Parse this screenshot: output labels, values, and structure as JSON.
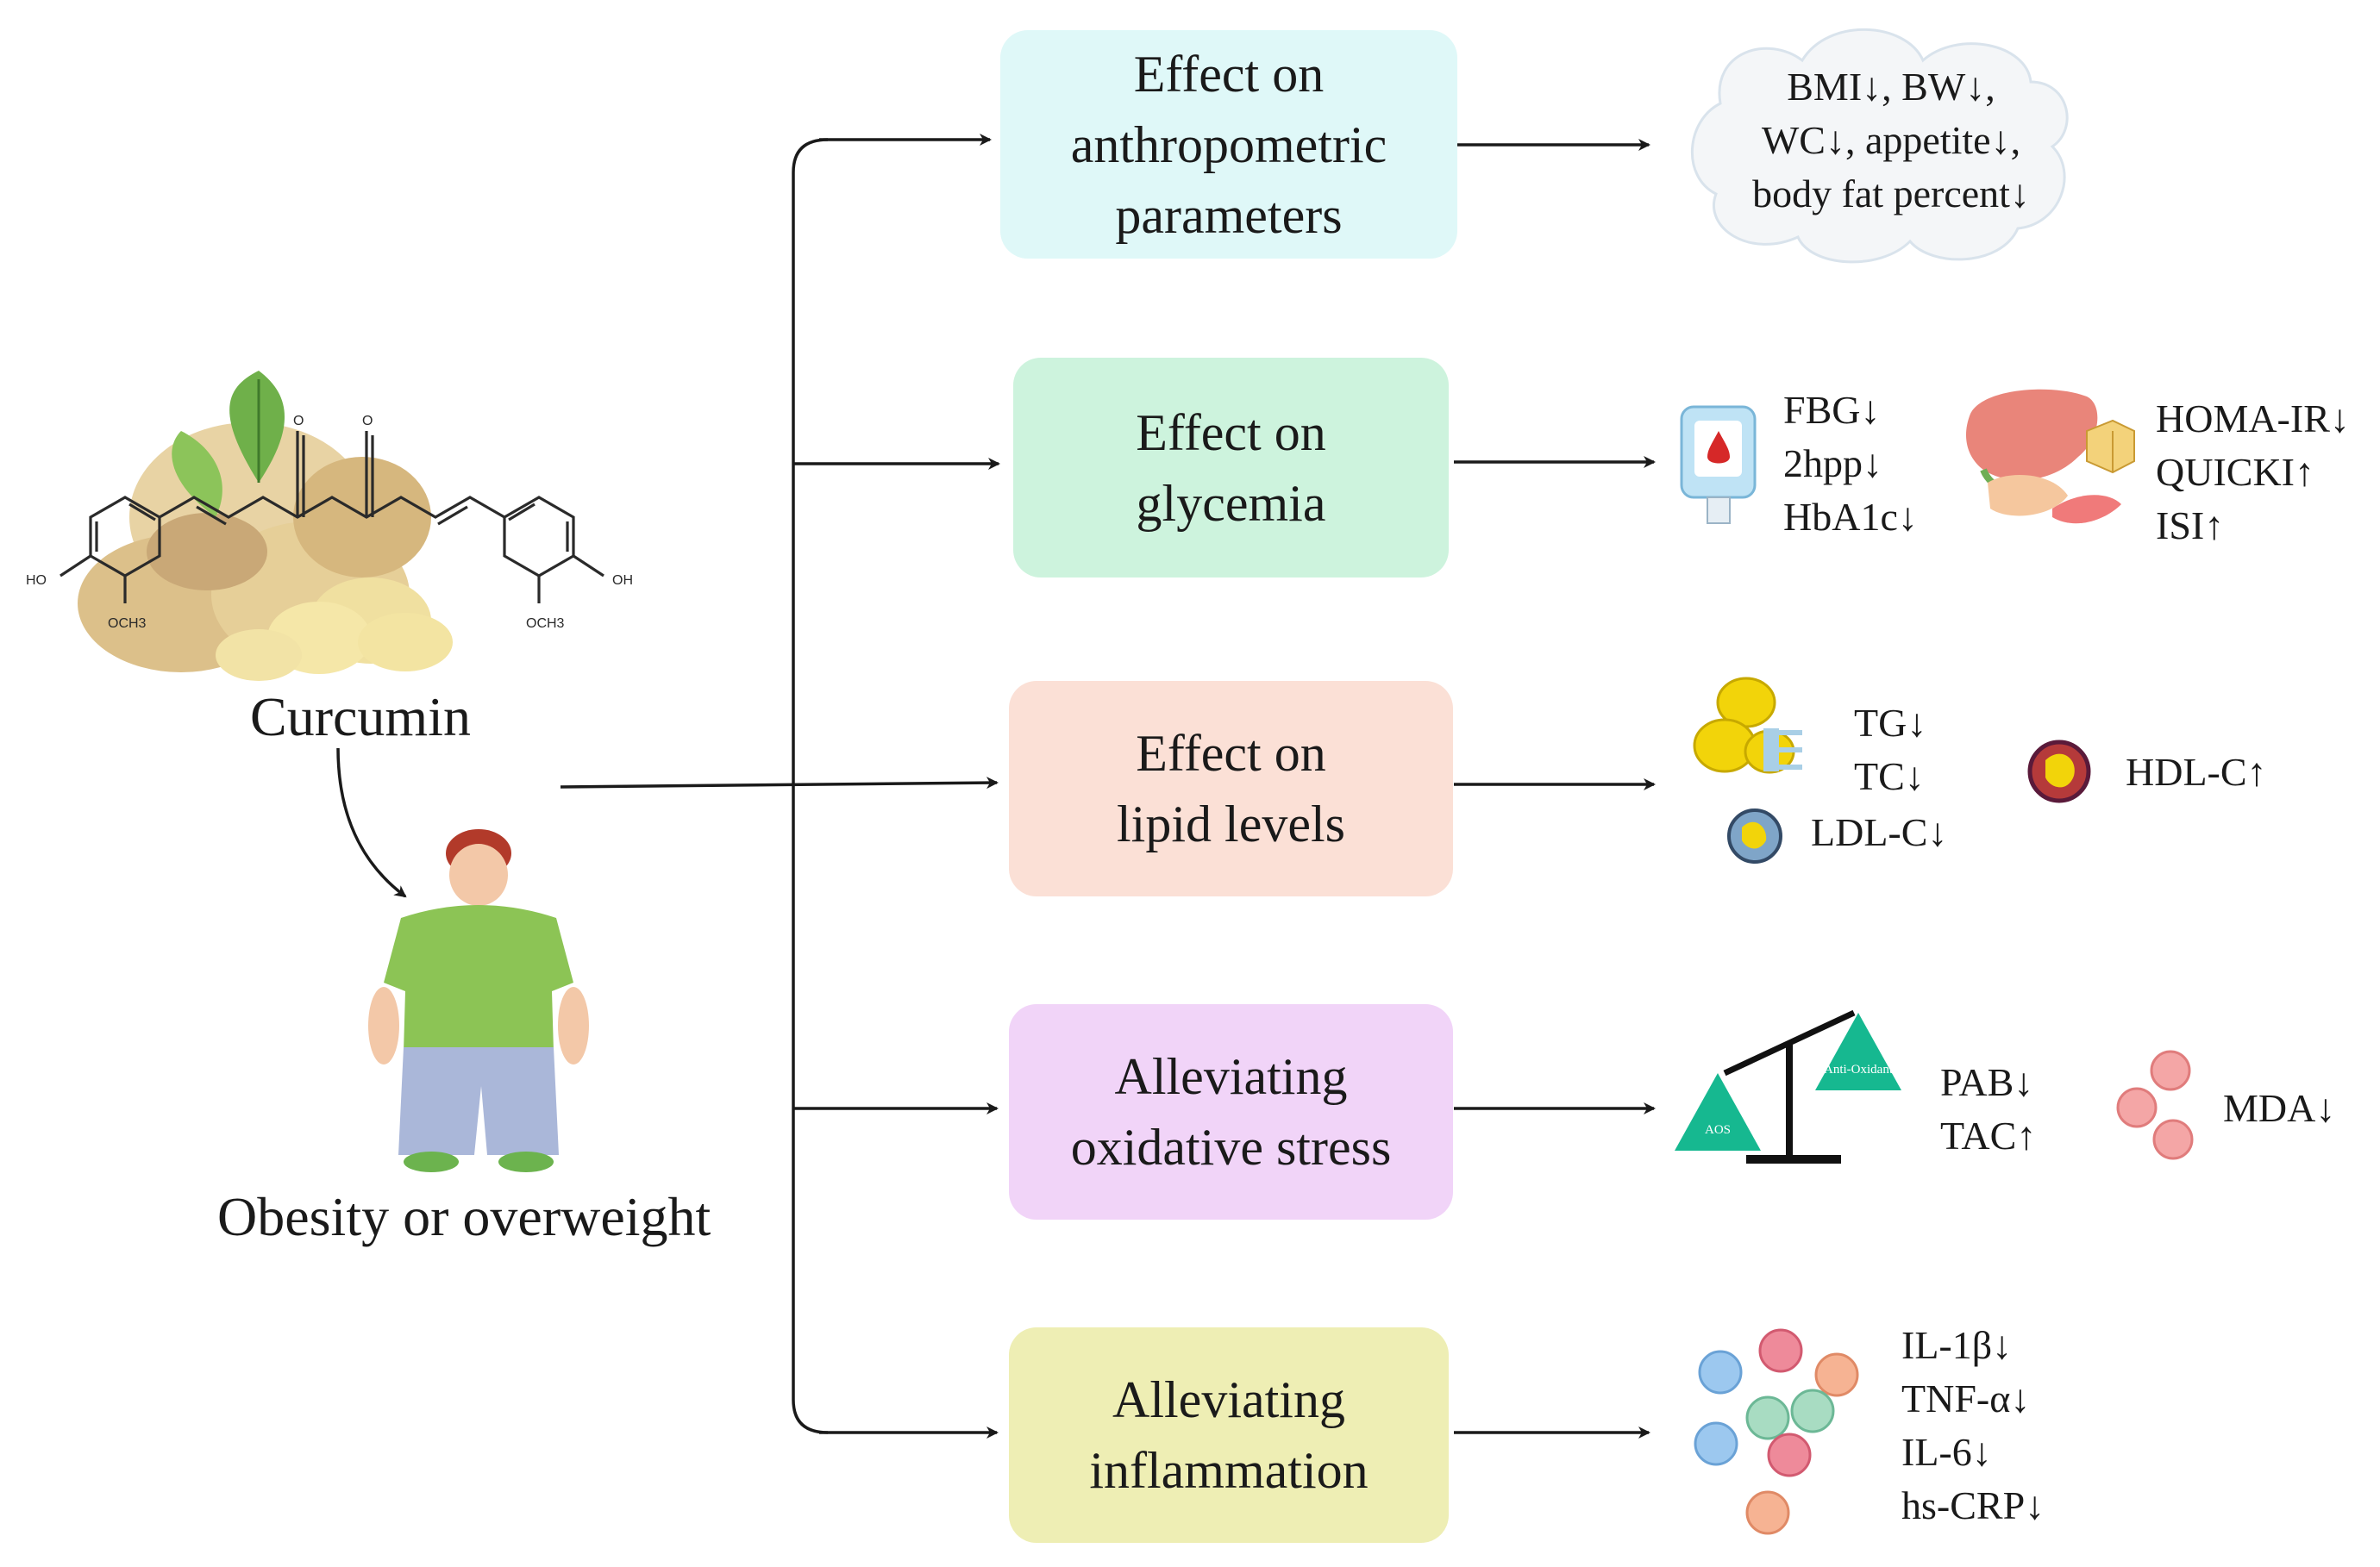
{
  "colors": {
    "anthropometric": "#dff8f8",
    "glycemia": "#cdf3dd",
    "lipid": "#fbe0d6",
    "oxidative": "#f1d4f8",
    "inflammation": "#eeeeb4",
    "arrow": "#1a1a1a"
  },
  "left": {
    "curcumin_label": "Curcumin",
    "obesity_label": "Obesity or overweight",
    "molecule_labels": {
      "ho_left": "HO",
      "oh_right": "OH",
      "och3_left": "OCH3",
      "och3_right": "OCH3",
      "o1": "O",
      "o2": "O"
    }
  },
  "effects": [
    {
      "lines": [
        "Effect on",
        "anthropometric",
        "parameters"
      ],
      "outcomes": [
        "BMI↓, BW↓,",
        "WC↓, appetite↓,",
        "body fat percent↓"
      ]
    },
    {
      "lines": [
        "Effect on",
        "glycemia"
      ],
      "outcomes_a": [
        "FBG↓",
        "2hpp↓",
        "HbA1c↓"
      ],
      "outcomes_b": [
        "HOMA-IR↓",
        "QUICKI↑",
        "ISI↑"
      ]
    },
    {
      "lines": [
        "Effect on",
        "lipid levels"
      ],
      "outcomes_a": [
        "TG↓",
        "TC↓"
      ],
      "outcomes_ldl": "LDL-C↓",
      "outcomes_b": "HDL-C↑"
    },
    {
      "lines": [
        "Alleviating",
        "oxidative stress"
      ],
      "scale_left": "AOS",
      "scale_right": "Anti-Oxidant",
      "outcomes_a": [
        "PAB↓",
        "TAC↑"
      ],
      "outcomes_b": "MDA↓"
    },
    {
      "lines": [
        "Alleviating",
        "inflammation"
      ],
      "outcomes": [
        "IL-1β↓",
        "TNF-α↓",
        "IL-6↓",
        "hs-CRP↓"
      ]
    }
  ]
}
